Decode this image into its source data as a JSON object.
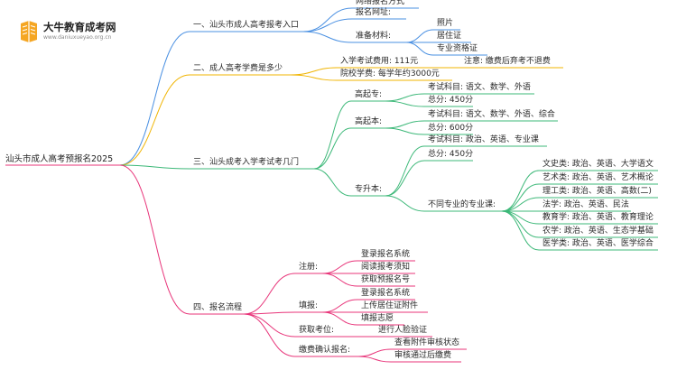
{
  "logo": {
    "title": "大牛教育成考网",
    "url": "www.daniuxueyao.org.cn"
  },
  "root": "汕头市成人高考预报名2025",
  "colors": {
    "b1": "#4a90e2",
    "b2": "#f0b400",
    "b3": "#3cb878",
    "b4": "#e8357a"
  },
  "branches": [
    {
      "key": "b1",
      "label": "一、汕头市成人高考报考入口",
      "children": [
        {
          "label": "网络报名方式"
        },
        {
          "label": "报名网址:"
        },
        {
          "label": "准备材料:",
          "children": [
            {
              "label": "照片"
            },
            {
              "label": "居住证"
            },
            {
              "label": "专业资格证"
            }
          ]
        }
      ]
    },
    {
      "key": "b2",
      "label": "二、成人高考学费是多少",
      "children": [
        {
          "label": "入学考试费用: 111元",
          "children": [
            {
              "label": "注意: 缴费后弃考不退费"
            }
          ]
        },
        {
          "label": "院校学费: 每学年约3000元"
        }
      ]
    },
    {
      "key": "b3",
      "label": "三、汕头成考入学考试考几门",
      "children": [
        {
          "label": "高起专:",
          "children": [
            {
              "label": "考试科目: 语文、数学、外语"
            },
            {
              "label": "总分: 450分"
            }
          ]
        },
        {
          "label": "高起本:",
          "children": [
            {
              "label": "考试科目: 语文、数学、外语、综合"
            },
            {
              "label": "总分: 600分"
            }
          ]
        },
        {
          "label": "专升本:",
          "children": [
            {
              "label": "考试科目: 政治、英语、专业课"
            },
            {
              "label": "总分: 450分"
            },
            {
              "label": "不同专业的专业课:",
              "children": [
                {
                  "label": "文史类: 政治、英语、大学语文"
                },
                {
                  "label": "艺术类: 政治、英语、艺术概论"
                },
                {
                  "label": "理工类: 政治、英语、高数(二)"
                },
                {
                  "label": "法学: 政治、英语、民法"
                },
                {
                  "label": "教育学: 政治、英语、教育理论"
                },
                {
                  "label": "农学: 政治、英语、生态学基础"
                },
                {
                  "label": "医学类: 政治、英语、医学综合"
                }
              ]
            }
          ]
        }
      ]
    },
    {
      "key": "b4",
      "label": "四、报名流程",
      "children": [
        {
          "label": "注册:",
          "children": [
            {
              "label": "登录报名系统"
            },
            {
              "label": "阅读报考须知"
            },
            {
              "label": "获取预报名号"
            }
          ]
        },
        {
          "label": "填报:",
          "children": [
            {
              "label": "登录报名系统"
            },
            {
              "label": "上传居住证附件"
            },
            {
              "label": "填报志愿"
            }
          ]
        },
        {
          "label": "获取考位:",
          "children": [
            {
              "label": "进行人脸验证"
            }
          ]
        },
        {
          "label": "缴费确认报名:",
          "children": [
            {
              "label": "查看附件审核状态"
            },
            {
              "label": "审核通过后缴费"
            }
          ]
        }
      ]
    }
  ]
}
